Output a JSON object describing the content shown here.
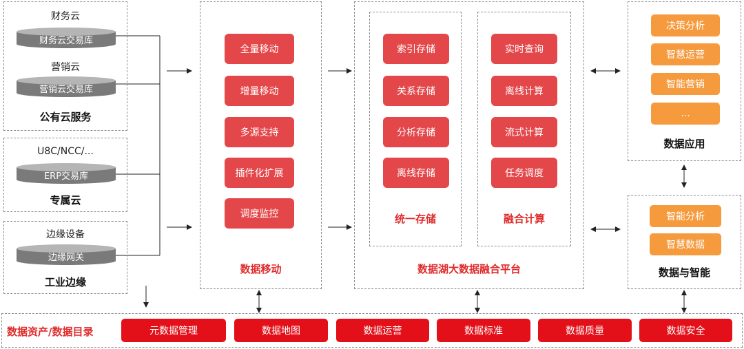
{
  "left": {
    "public_cloud": {
      "finance_label": "财务云",
      "finance_db": "财务云交易库",
      "marketing_label": "营销云",
      "marketing_db": "营销云交易库",
      "title": "公有云服务"
    },
    "dedicated_cloud": {
      "label": "U8C/NCC/...",
      "db": "ERP交易库",
      "title": "专属云"
    },
    "edge": {
      "label": "边缘设备",
      "db": "边缘网关",
      "title": "工业边缘"
    }
  },
  "data_movement": {
    "items": [
      "全量移动",
      "增量移动",
      "多源支持",
      "插件化扩展",
      "调度监控"
    ],
    "title": "数据移动"
  },
  "platform": {
    "storage": {
      "items": [
        "索引存储",
        "关系存储",
        "分析存储",
        "离线存储"
      ],
      "title": "统一存储"
    },
    "compute": {
      "items": [
        "实时查询",
        "离线计算",
        "流式计算",
        "任务调度"
      ],
      "title": "融合计算"
    },
    "title": "数据湖大数据融合平台"
  },
  "data_apps": {
    "items": [
      "决策分析",
      "智慧运营",
      "智能营销",
      "..."
    ],
    "title": "数据应用"
  },
  "data_intel": {
    "items": [
      "智能分析",
      "智慧数据"
    ],
    "title": "数据与智能"
  },
  "bottom": {
    "title": "数据资产/数据目录",
    "items": [
      "元数据管理",
      "数据地图",
      "数据运营",
      "数据标准",
      "数据质量",
      "数据安全"
    ]
  },
  "colors": {
    "red_button": "#e3474a",
    "orange_button": "#f59a3d",
    "bottom_button": "#e3101a",
    "title_red": "#e02b2b"
  }
}
